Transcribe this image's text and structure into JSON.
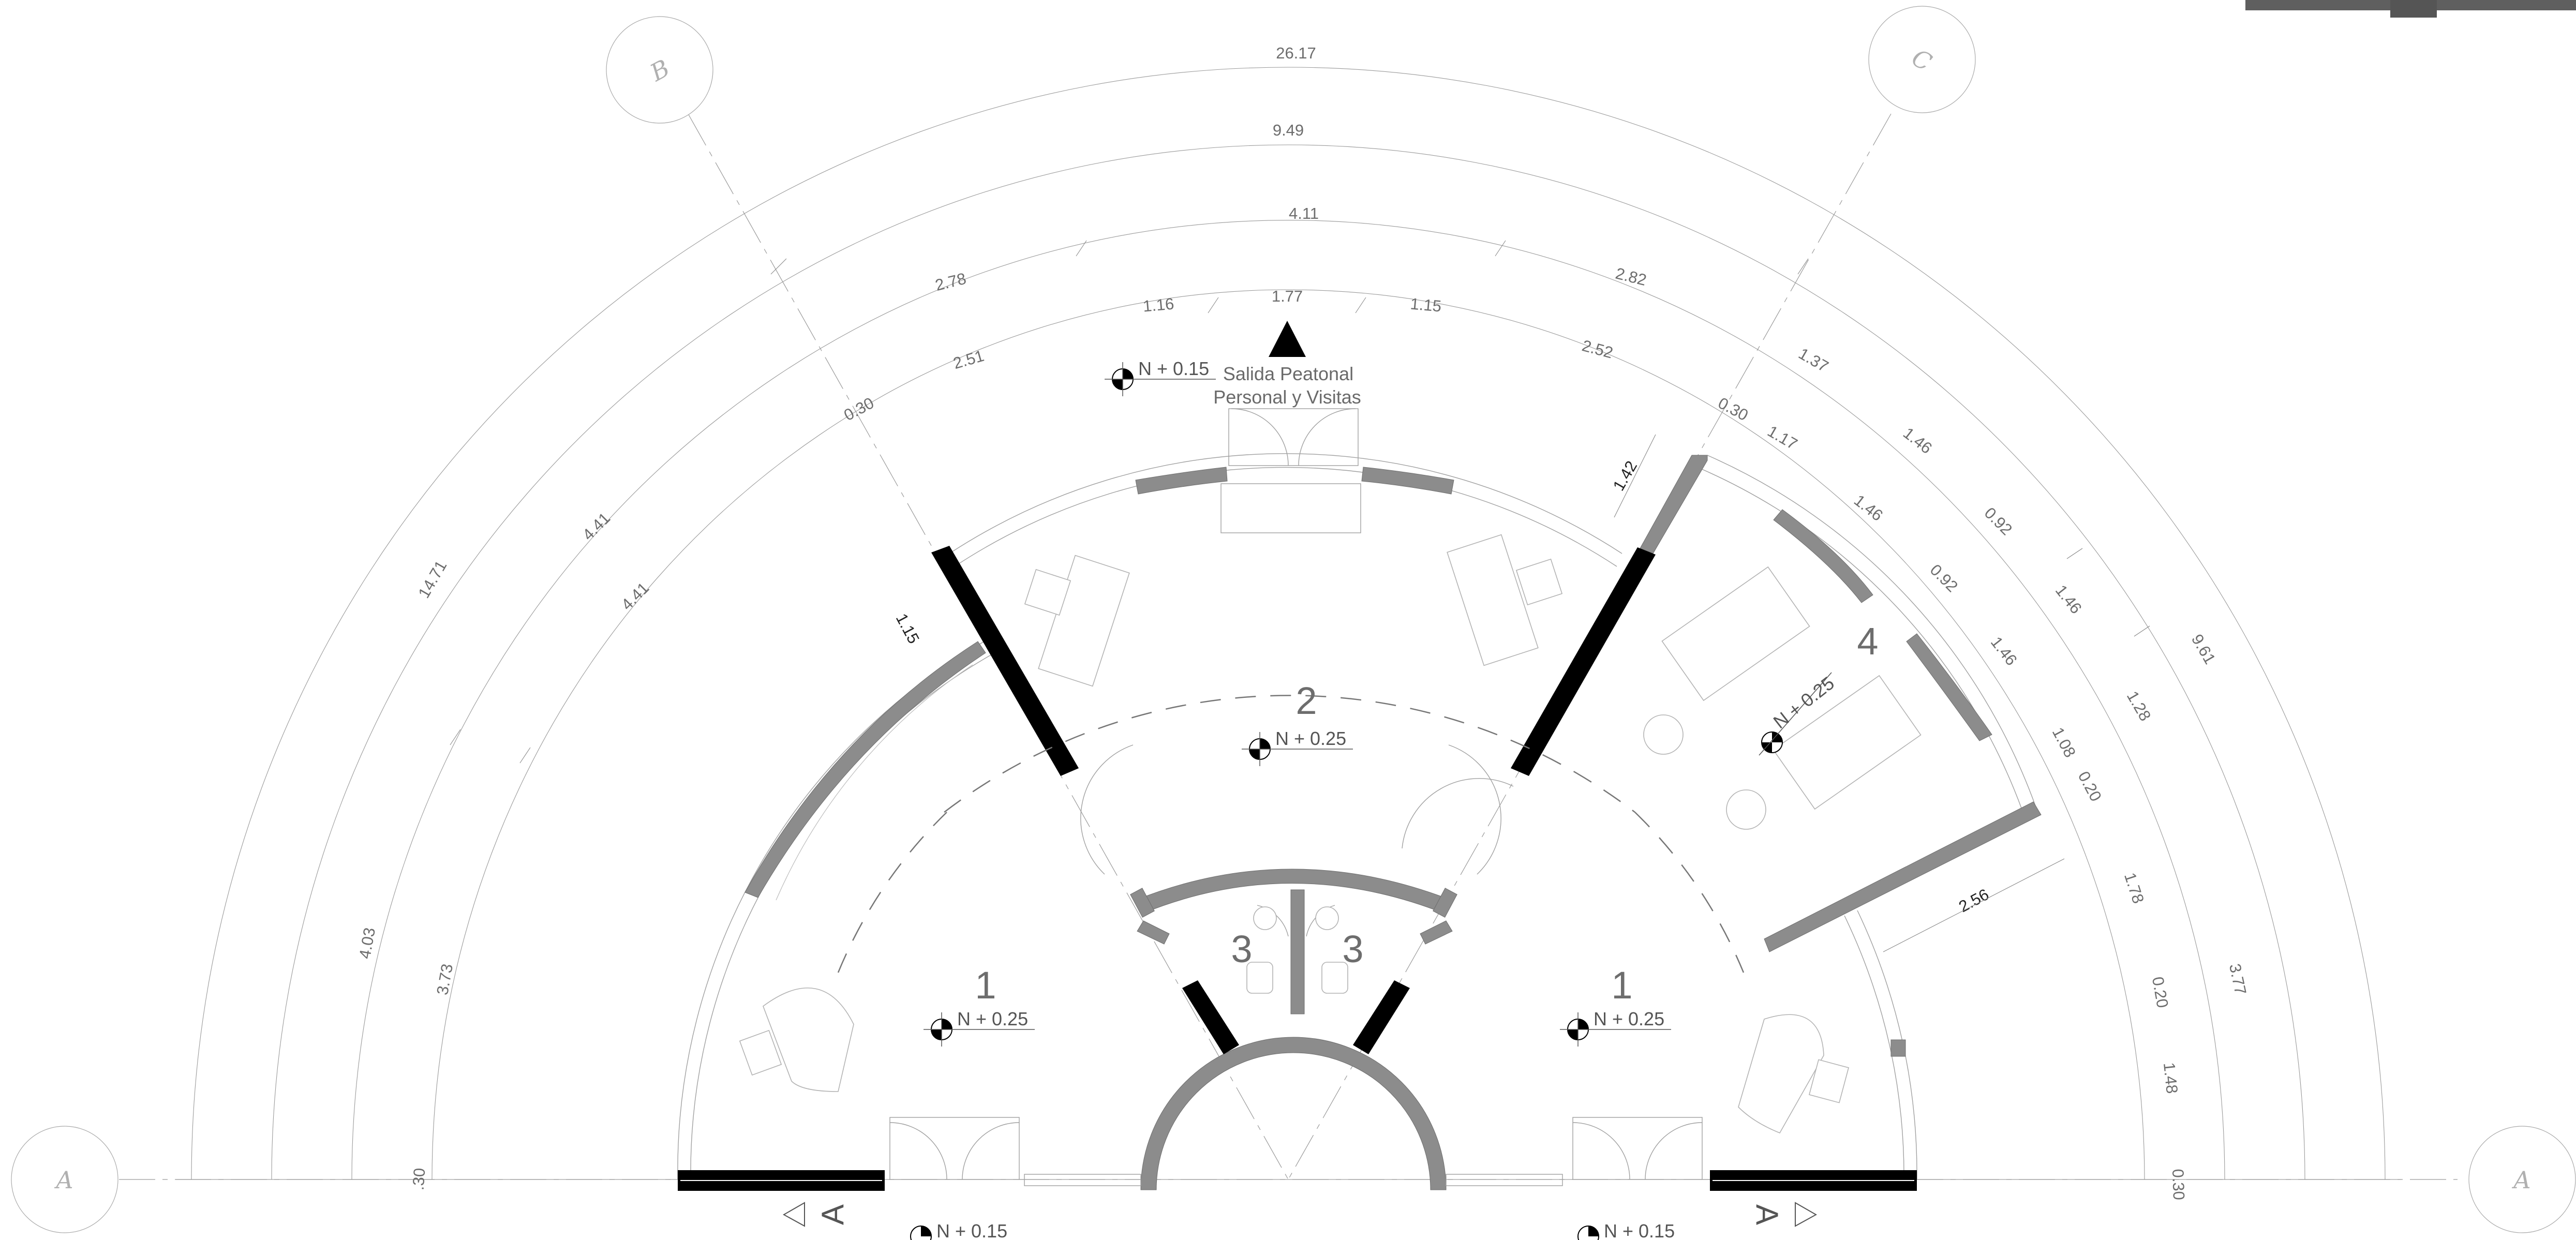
{
  "grid_bubbles": {
    "a_left": "A",
    "b": "B",
    "c": "C",
    "a_right": "A"
  },
  "arc_dims": [
    "26.17",
    "9.49",
    "4.11",
    "1.77"
  ],
  "ring4_dims": {
    "left": "2.78",
    "right": "2.82"
  },
  "ring5_dims": {
    "a": "2.51",
    "b": "1.16",
    "c": "1.15",
    "d": "2.52"
  },
  "left_radial": {
    "r1": "0.30",
    "r2": "4.41",
    "r3": "4.41",
    "r4": "14.71",
    "r5": "1.15",
    "r6": "4.03",
    "r7": "3.73",
    "r8": ".30"
  },
  "right_radial": {
    "r1": "0.30",
    "r2": "1.37",
    "r3": "1.17",
    "r4": "1.46",
    "r5": "1.46",
    "r6": "0.92",
    "r7": "0.92",
    "r8": "1.46",
    "r9": "1.46",
    "r10": "9.61",
    "r11": "1.28",
    "r12": "1.08",
    "r13": "0.20",
    "r14": "1.78",
    "r15": "3.77",
    "r16": "0.20",
    "r17": "1.48",
    "r18": "0.30"
  },
  "dark_dims": {
    "d1": "1.42",
    "d2": "2.56"
  },
  "rooms": {
    "room1_left": "1",
    "room2": "2",
    "room3_left": "3",
    "room3_right": "3",
    "room1_right": "1",
    "room4": "4"
  },
  "levels": {
    "l1": "N + 0.15",
    "l2": "N + 0.25",
    "l3": "N + 0.25",
    "l4": "N + 0.25",
    "l5": "N + 0.25",
    "l6": "N + 0.15",
    "l7": "N + 0.15"
  },
  "exit_label": {
    "line1": "Salida Peatonal",
    "line2": "Personal y Visitas"
  },
  "section_marks": {
    "left": "A",
    "right": "A"
  }
}
